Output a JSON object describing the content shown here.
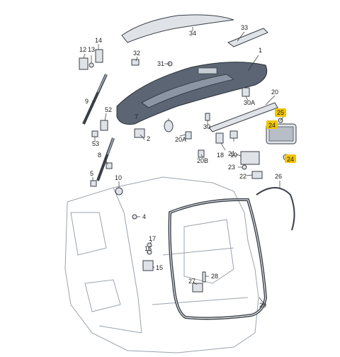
{
  "callouts": [
    {
      "id": "1",
      "label": "1"
    },
    {
      "id": "2",
      "label": "2"
    },
    {
      "id": "4",
      "label": "4"
    },
    {
      "id": "5",
      "label": "5"
    },
    {
      "id": "7",
      "label": "7"
    },
    {
      "id": "8",
      "label": "8"
    },
    {
      "id": "9",
      "label": "9"
    },
    {
      "id": "10",
      "label": "10"
    },
    {
      "id": "12",
      "label": "12"
    },
    {
      "id": "13",
      "label": "13"
    },
    {
      "id": "14",
      "label": "14"
    },
    {
      "id": "15",
      "label": "15"
    },
    {
      "id": "16",
      "label": "16"
    },
    {
      "id": "17",
      "label": "17"
    },
    {
      "id": "18",
      "label": "18"
    },
    {
      "id": "19",
      "label": "19"
    },
    {
      "id": "20",
      "label": "20"
    },
    {
      "id": "20A",
      "label": "20A"
    },
    {
      "id": "20B",
      "label": "20B"
    },
    {
      "id": "21",
      "label": "21"
    },
    {
      "id": "22",
      "label": "22"
    },
    {
      "id": "23",
      "label": "23"
    },
    {
      "id": "24a",
      "label": "24"
    },
    {
      "id": "24b",
      "label": "24"
    },
    {
      "id": "25",
      "label": "25"
    },
    {
      "id": "26",
      "label": "26"
    },
    {
      "id": "27",
      "label": "27"
    },
    {
      "id": "28",
      "label": "28"
    },
    {
      "id": "29",
      "label": "29"
    },
    {
      "id": "30",
      "label": "30"
    },
    {
      "id": "30A",
      "label": "30A"
    },
    {
      "id": "31",
      "label": "31"
    },
    {
      "id": "32",
      "label": "32"
    },
    {
      "id": "33",
      "label": "33"
    },
    {
      "id": "34",
      "label": "34"
    },
    {
      "id": "52",
      "label": "52"
    },
    {
      "id": "53",
      "label": "53"
    }
  ],
  "highlight_color": "#f2c400"
}
